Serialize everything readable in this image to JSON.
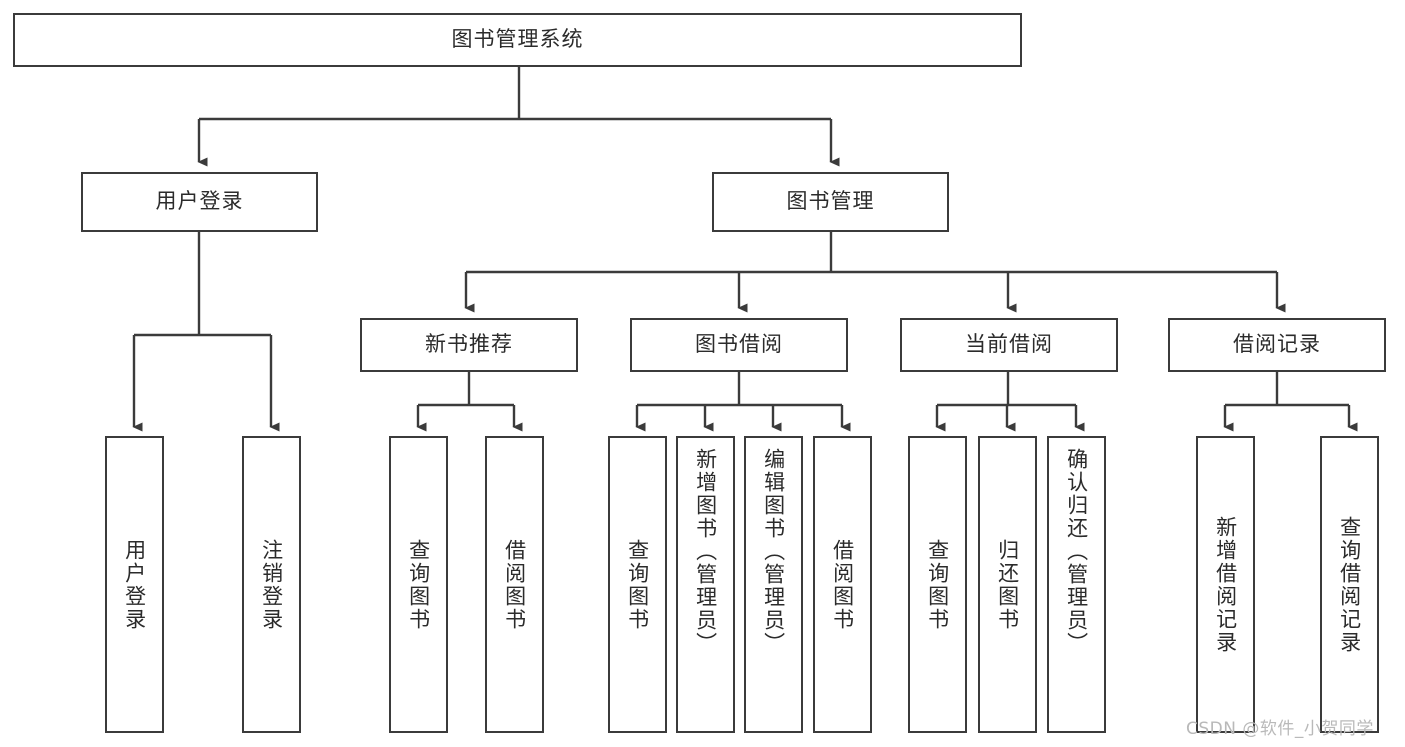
{
  "diagram": {
    "title": "图书管理系统",
    "root": {
      "label": "图书管理系统"
    },
    "level1": [
      {
        "label": "用户登录"
      },
      {
        "label": "图书管理"
      }
    ],
    "level2": [
      {
        "label": "新书推荐"
      },
      {
        "label": "图书借阅"
      },
      {
        "label": "当前借阅"
      },
      {
        "label": "借阅记录"
      }
    ],
    "leaves": {
      "user_login": [
        {
          "label": "用户登录"
        },
        {
          "label": "注销登录"
        }
      ],
      "new_book_recommend": [
        {
          "label": "查询图书"
        },
        {
          "label": "借阅图书"
        }
      ],
      "book_borrow": [
        {
          "label": "查询图书"
        },
        {
          "label": "新增图书（管理员）"
        },
        {
          "label": "编辑图书（管理员）"
        },
        {
          "label": "借阅图书"
        }
      ],
      "current_borrow": [
        {
          "label": "查询图书"
        },
        {
          "label": "归还图书"
        },
        {
          "label": "确认归还（管理员）"
        }
      ],
      "borrow_records": [
        {
          "label": "新增借阅记录"
        },
        {
          "label": "查询借阅记录"
        }
      ]
    },
    "watermark": "CSDN @软件_小贺同学",
    "colors": {
      "stroke": "#3b3b3b",
      "text": "#2b2b2b",
      "background": "#ffffff",
      "watermark": "#b9b9b9"
    }
  }
}
